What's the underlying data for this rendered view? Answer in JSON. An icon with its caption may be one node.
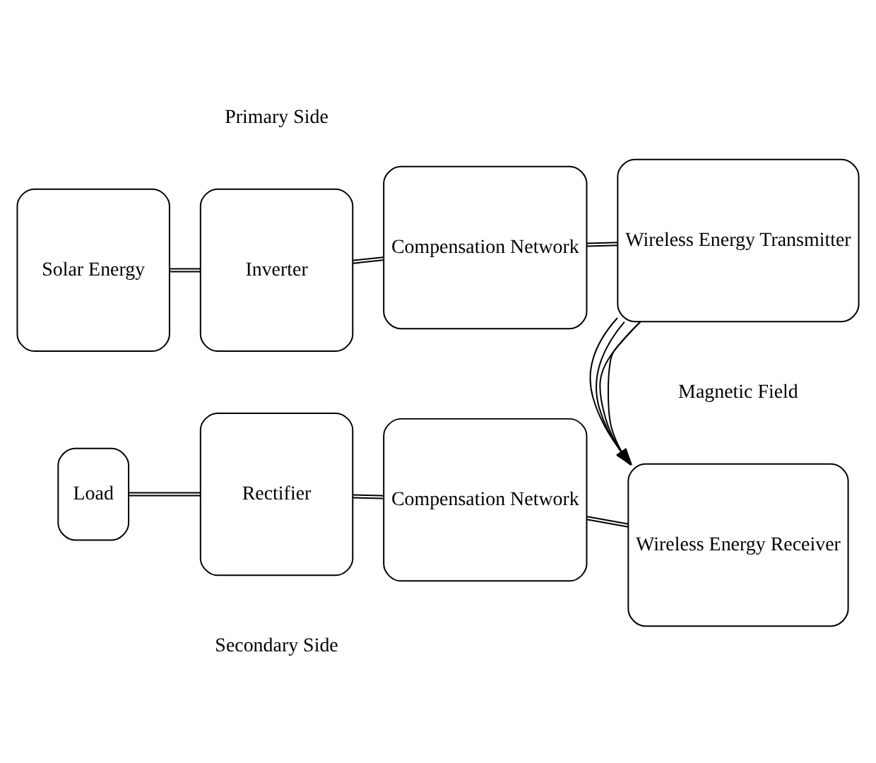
{
  "diagram": {
    "nodes": [
      {
        "text": [
          "Solar Energy"
        ]
      },
      {
        "text": [
          "Inverter"
        ]
      },
      {
        "text": [
          "Compensation Network"
        ]
      },
      {
        "text": [
          "Wireless Energy Transmitter"
        ]
      },
      {
        "text": [
          "Load"
        ]
      },
      {
        "text": [
          "Rectifier"
        ]
      },
      {
        "text": [
          "Compensation Network"
        ]
      },
      {
        "text": [
          "Wireless Energy Receiver"
        ]
      }
    ],
    "edges": [
      {
        "from": 0,
        "to": 1,
        "arrow": "none"
      },
      {
        "from": 1,
        "to": 2,
        "arrow": "none"
      },
      {
        "from": 2,
        "to": 3,
        "arrow": "none"
      },
      {
        "from": 3,
        "to": 7,
        "arrow": "to"
      },
      {
        "from": 3,
        "to": 7,
        "arrow": "to"
      },
      {
        "from": 3,
        "to": 7,
        "arrow": "to"
      },
      {
        "from": 3,
        "to": 7,
        "arrow": "to"
      },
      {
        "from": 4,
        "to": 5,
        "arrow": "none"
      },
      {
        "from": 5,
        "to": 6,
        "arrow": "none"
      },
      {
        "from": 6,
        "to": 7,
        "arrow": "none"
      }
    ],
    "labels": [
      "Primary Side",
      "Magnetic Field",
      "Secondary Side"
    ]
  }
}
